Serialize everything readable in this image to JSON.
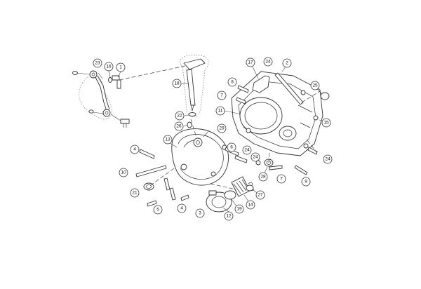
{
  "callouts": [
    {
      "id": "c1",
      "label": "1"
    },
    {
      "id": "c16",
      "label": "16"
    },
    {
      "id": "c23",
      "label": "23"
    },
    {
      "id": "c18",
      "label": "18"
    },
    {
      "id": "c22",
      "label": "22"
    },
    {
      "id": "c26",
      "label": "26"
    },
    {
      "id": "c17",
      "label": "17"
    },
    {
      "id": "c24a",
      "label": "24"
    },
    {
      "id": "c2",
      "label": "2"
    },
    {
      "id": "c8",
      "label": "8"
    },
    {
      "id": "c7a",
      "label": "7"
    },
    {
      "id": "c11",
      "label": "11"
    },
    {
      "id": "c25",
      "label": "25"
    },
    {
      "id": "c15",
      "label": "15"
    },
    {
      "id": "c29",
      "label": "29"
    },
    {
      "id": "c13",
      "label": "13"
    },
    {
      "id": "c4a",
      "label": "4"
    },
    {
      "id": "c6",
      "label": "6"
    },
    {
      "id": "c24b",
      "label": "24"
    },
    {
      "id": "c24c",
      "label": "24"
    },
    {
      "id": "c24d",
      "label": "24"
    },
    {
      "id": "c10",
      "label": "10"
    },
    {
      "id": "c21",
      "label": "21"
    },
    {
      "id": "c5",
      "label": "5"
    },
    {
      "id": "c28",
      "label": "28"
    },
    {
      "id": "c7b",
      "label": "7"
    },
    {
      "id": "c9",
      "label": "9"
    },
    {
      "id": "c27",
      "label": "27"
    },
    {
      "id": "c14",
      "label": "14"
    },
    {
      "id": "c4b",
      "label": "4"
    },
    {
      "id": "c3",
      "label": "3"
    },
    {
      "id": "c12",
      "label": "12"
    },
    {
      "id": "c19",
      "label": "19"
    }
  ]
}
